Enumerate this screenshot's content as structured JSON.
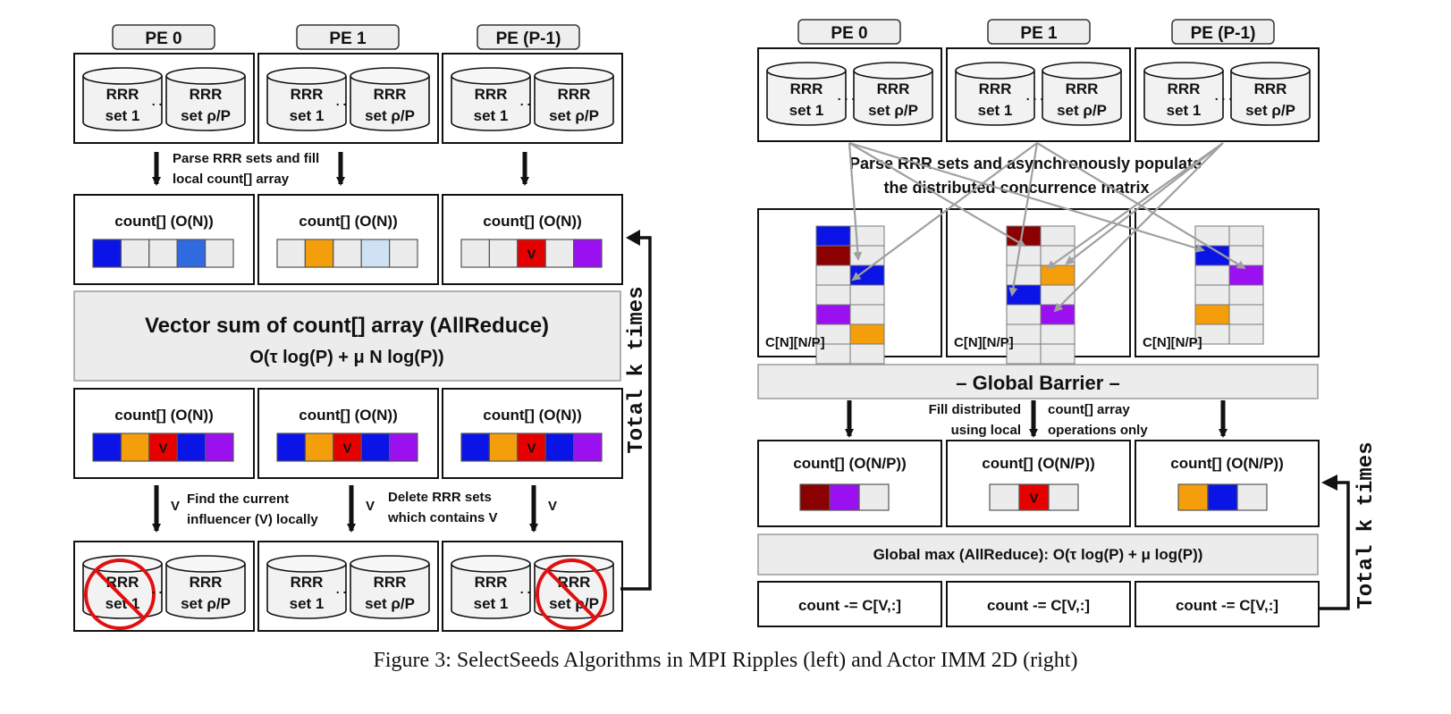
{
  "left": {
    "pe_labels": [
      "PE 0",
      "PE 1",
      "PE (P-1)"
    ],
    "cyl_first": [
      "RRR",
      "set 1"
    ],
    "cyl_last": [
      "RRR",
      "set ρ/P"
    ],
    "parse_text": [
      "Parse RRR sets and fill",
      "local count[] array"
    ],
    "count_label": "count[] (O(N))",
    "count_cells_before": [
      [
        "#0a14e6",
        "#ececec",
        "#ececec",
        "#2f6adf",
        "#ececec"
      ],
      [
        "#ececec",
        "#f59e0b",
        "#ececec",
        "#cfe2f5",
        "#ececec"
      ],
      [
        "#ececec",
        "#ececec",
        "#e60000",
        "#ececec",
        "#9b10f0"
      ]
    ],
    "count_cells_after": [
      "#0a14e6",
      "#f59e0b",
      "#e60000",
      "#0a14e6",
      "#9b10f0"
    ],
    "v_mark": "V",
    "allreduce_title": "Vector sum of count[] array (AllReduce)",
    "allreduce_formula": "O(τ log(P) + μ N log(P))",
    "find_text": [
      "Find the current",
      "influencer (V) locally"
    ],
    "delete_text": [
      "Delete RRR sets",
      "which contains V"
    ],
    "loop_label": "Total k times"
  },
  "right": {
    "pe_labels": [
      "PE 0",
      "PE 1",
      "PE (P-1)"
    ],
    "cyl_first": [
      "RRR",
      "set 1"
    ],
    "cyl_last": [
      "RRR",
      "set ρ/P"
    ],
    "parse_text": [
      "Parse RRR sets and asynchronously populate",
      "the distributed concurrence matrix"
    ],
    "matrix_label": "C[N][N/P]",
    "matrices": [
      {
        "rows": 7,
        "top_offset": 0,
        "filled": [
          [
            0,
            0,
            "#0a14e6"
          ],
          [
            1,
            0,
            "#8b0000"
          ],
          [
            2,
            1,
            "#0a14e6"
          ],
          [
            4,
            0,
            "#9b10f0"
          ],
          [
            5,
            1,
            "#f59e0b"
          ]
        ]
      },
      {
        "rows": 7,
        "top_offset": 0,
        "filled": [
          [
            0,
            0,
            "#8b0000"
          ],
          [
            2,
            1,
            "#f59e0b"
          ],
          [
            3,
            0,
            "#0a14e6"
          ],
          [
            4,
            1,
            "#9b10f0"
          ]
        ]
      },
      {
        "rows": 6,
        "top_offset": 0,
        "filled": [
          [
            1,
            0,
            "#0a14e6"
          ],
          [
            2,
            1,
            "#9b10f0"
          ],
          [
            4,
            0,
            "#f59e0b"
          ]
        ]
      }
    ],
    "barrier_text": "– Global Barrier –",
    "fill_text_left": [
      "Fill distributed",
      "using local"
    ],
    "fill_text_right": [
      "count[] array",
      "operations only"
    ],
    "count_label": "count[] (O(N/P))",
    "count_cells": [
      [
        "#8b0000",
        "#9b10f0",
        "#ececec"
      ],
      [
        "#ececec",
        "#e60000",
        "#ececec"
      ],
      [
        "#f59e0b",
        "#0a14e6",
        "#ececec"
      ]
    ],
    "v_mark": "V",
    "global_max_text": "Global max (AllReduce): O(τ log(P) + μ log(P))",
    "update_text": "count -= C[V,:]",
    "loop_label": "Total k times"
  },
  "caption": "Figure 3: SelectSeeds Algorithms in MPI Ripples (left) and Actor IMM 2D (right)"
}
